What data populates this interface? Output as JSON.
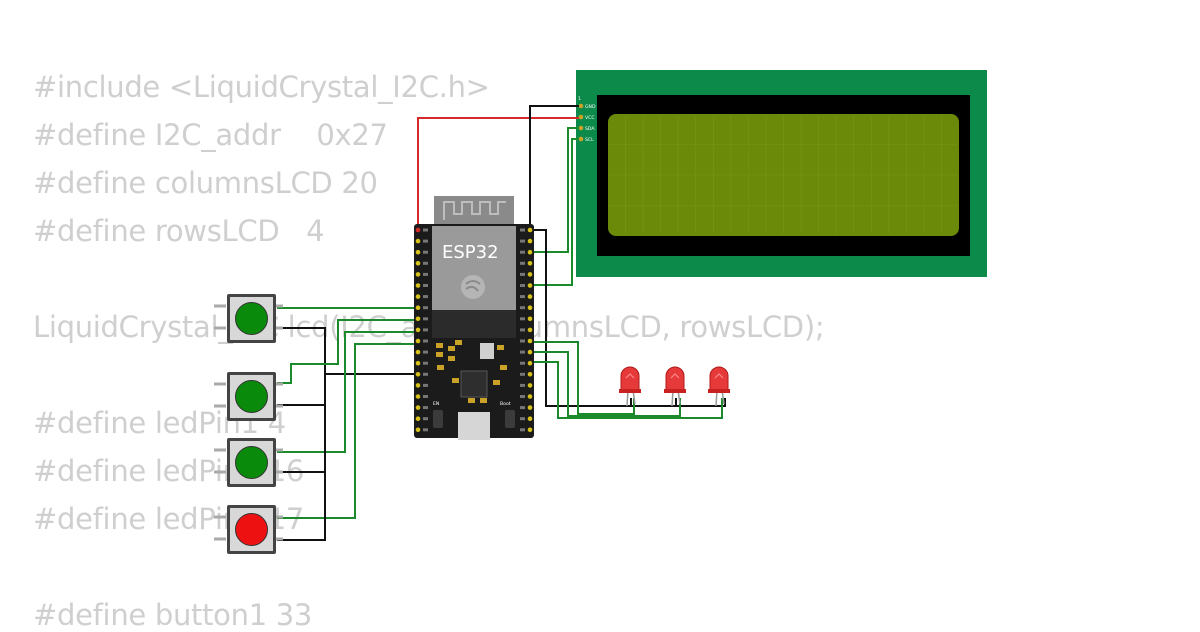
{
  "code": {
    "lines": [
      "#include <LiquidCrystal_I2C.h>",
      "#define I2C_addr    0x27",
      "#define columnsLCD 20",
      "#define rowsLCD   4",
      "",
      "LiquidCrystal_I2C lcd(I2C_addr, columnsLCD, rowsLCD);",
      "",
      "#define ledPin1 4",
      "#define ledPin2 16",
      "#define ledPin3 17",
      "",
      "#define button1 33"
    ]
  },
  "esp32": {
    "label": "ESP32",
    "boot_label": "Boot",
    "en_label": "EN"
  },
  "lcd": {
    "pin_number": "1",
    "pins": [
      "GND",
      "VCC",
      "SDA",
      "SCL"
    ],
    "board_color": "#0b8a4a",
    "screen_color": "#6b8a0a"
  },
  "leds": [
    {
      "color": "#e5393a"
    },
    {
      "color": "#e5393a"
    },
    {
      "color": "#e5393a"
    }
  ],
  "buttons": [
    {
      "color": "#0a8a0a"
    },
    {
      "color": "#0a8a0a"
    },
    {
      "color": "#0a8a0a"
    },
    {
      "color": "#ee1111"
    }
  ],
  "wire_colors": {
    "power": "#d42a2a",
    "ground": "#111111",
    "signal": "#1a8a2a"
  }
}
